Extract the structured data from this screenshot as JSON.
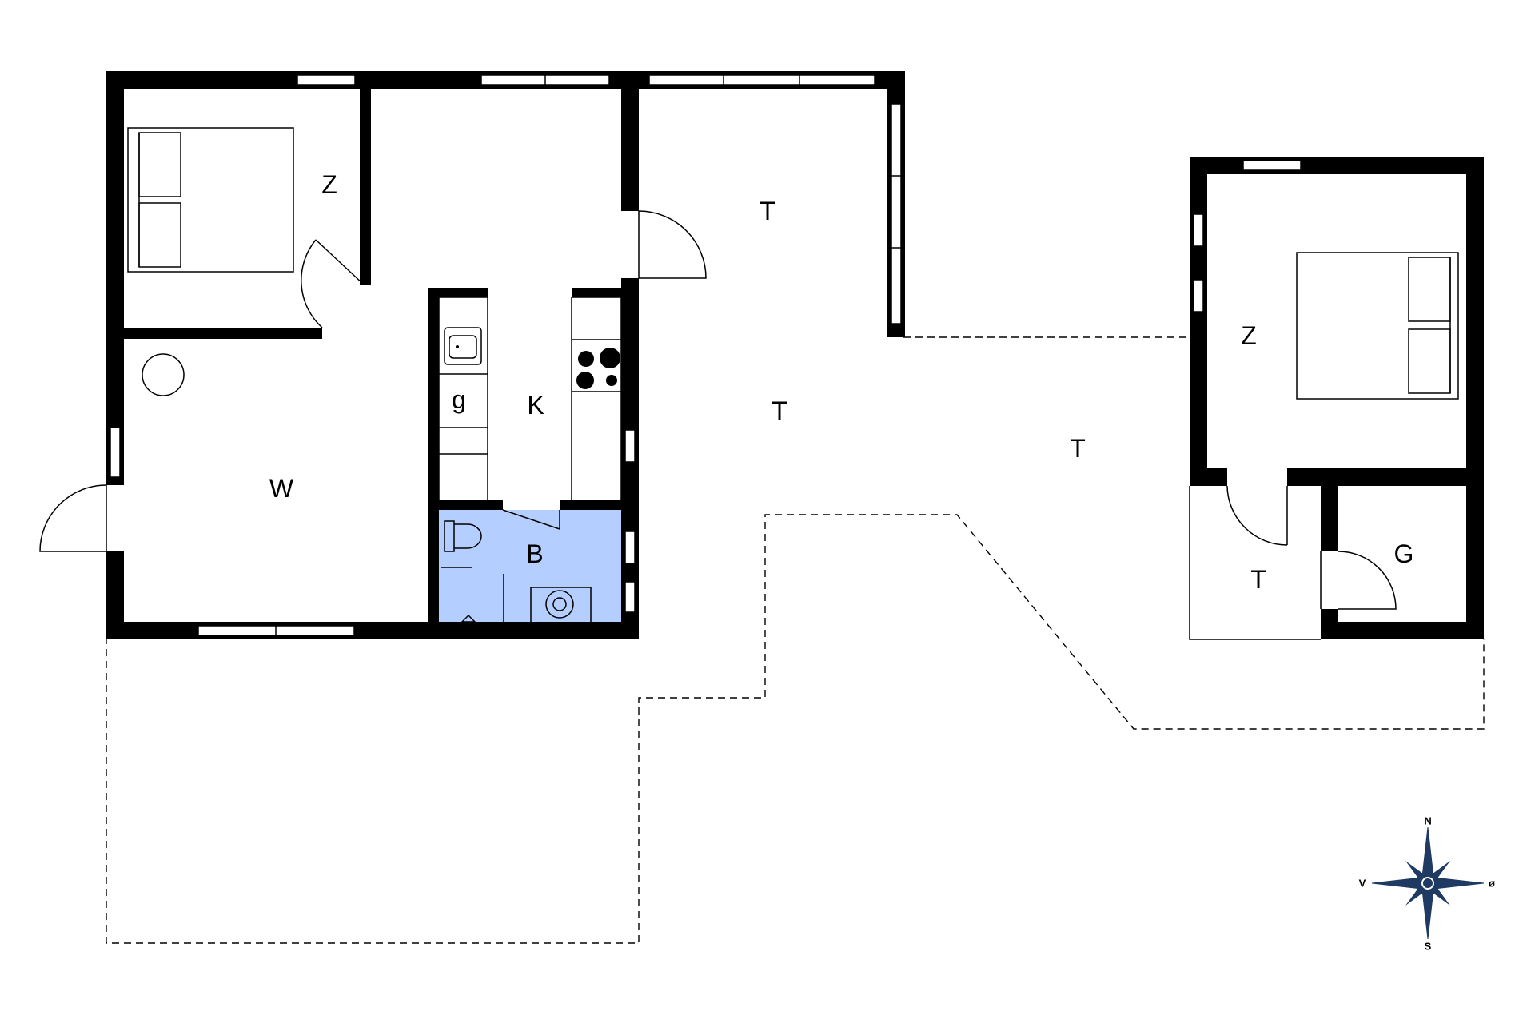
{
  "colors": {
    "wall": "#000000",
    "bathroom_fill": "#b3ceff",
    "background": "#ffffff",
    "compass_fill": "#1f3a63"
  },
  "rooms": {
    "bedroom_main": "Z",
    "kitchen": "K",
    "kitchen_unit": "g",
    "living": "W",
    "bathroom": "B",
    "terrace_north": "T",
    "terrace_middle": "T",
    "terrace_east": "T",
    "bedroom_annex": "Z",
    "annex_entry": "T",
    "annex_storage": "G"
  },
  "compass": {
    "north": "N",
    "south": "S",
    "west": "V",
    "east": "ø",
    "icon": "compass-rose-icon"
  }
}
